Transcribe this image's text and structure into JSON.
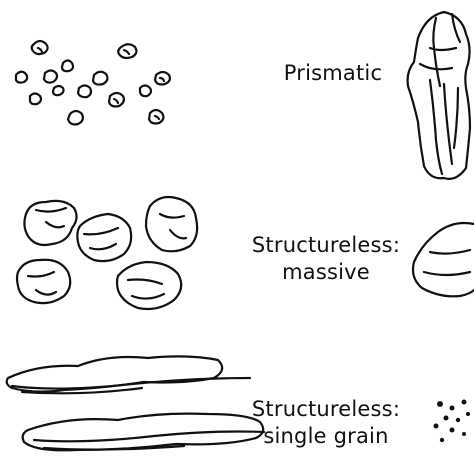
{
  "panels": [
    {
      "lines": [
        "Prismatic"
      ]
    },
    {
      "lines": [
        "Structureless:",
        "massive"
      ]
    },
    {
      "lines": [
        "Structureless:",
        "single grain"
      ]
    }
  ],
  "colors": {
    "ink": "#111111",
    "background": "#ffffff"
  }
}
